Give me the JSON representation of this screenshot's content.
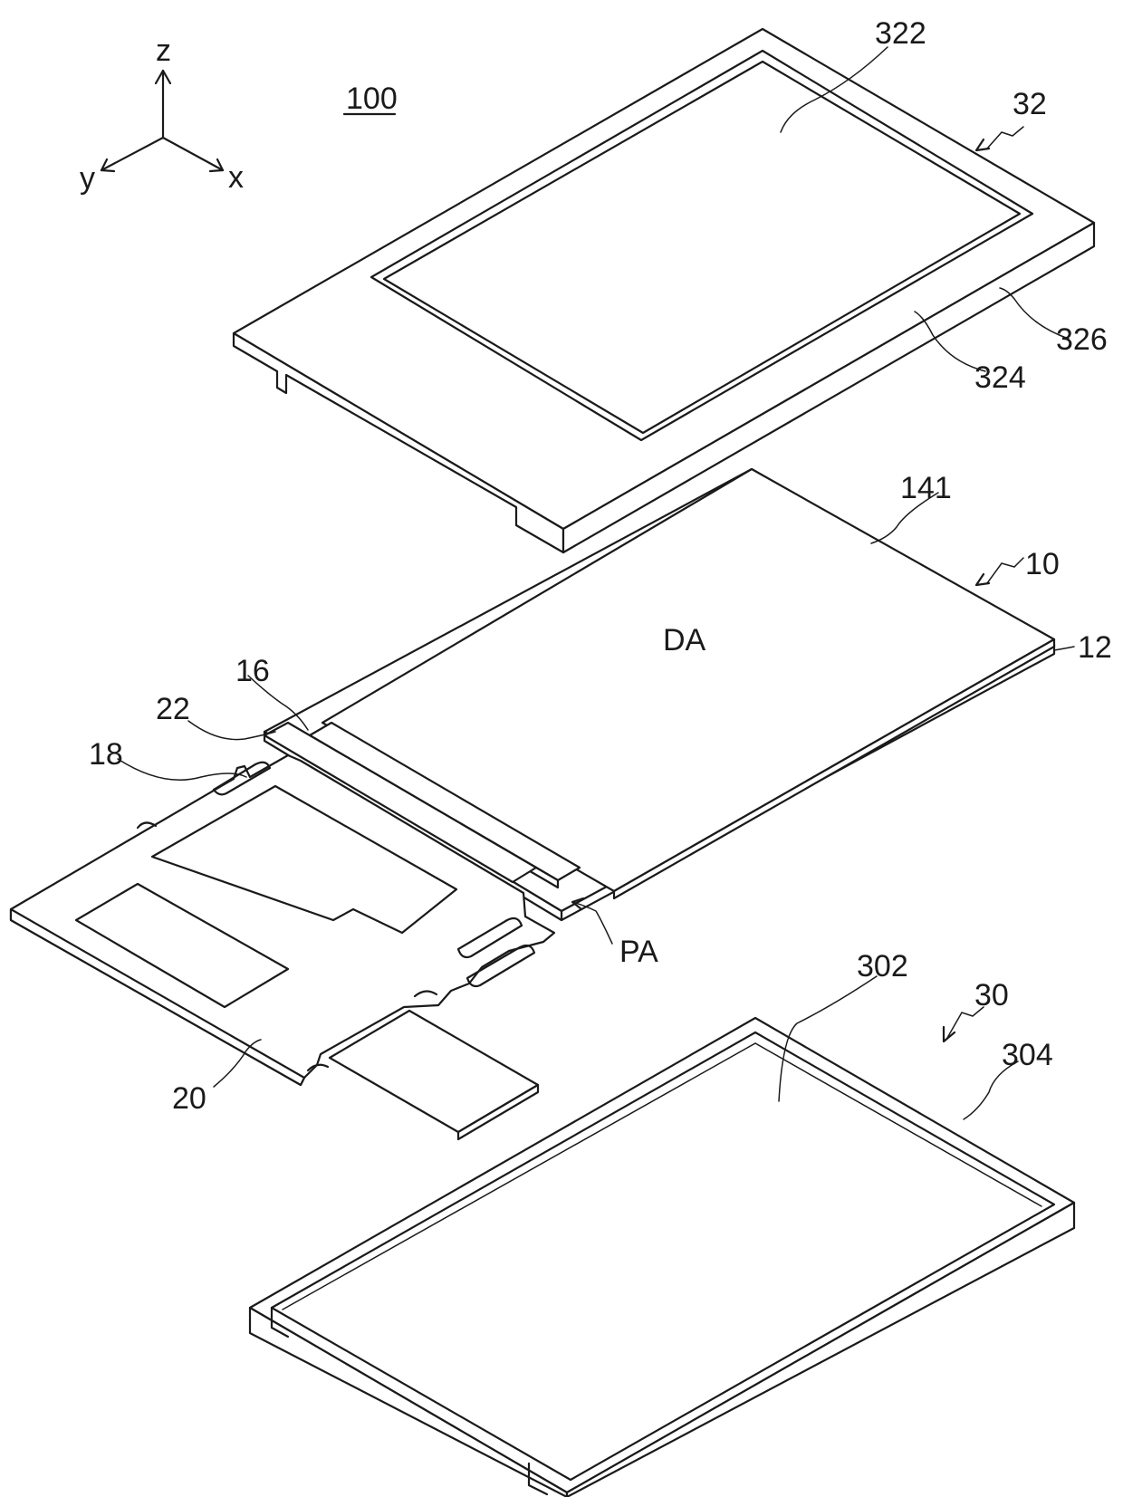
{
  "axes": {
    "z_label": "z",
    "y_label": "y",
    "x_label": "x"
  },
  "labels": {
    "assembly": "100",
    "cover": "32",
    "cover_window": "322",
    "cover_inner_frame": "324",
    "cover_outer_frame": "326",
    "panel": "10",
    "panel_surface": "141",
    "panel_substrate": "12",
    "display_area": "DA",
    "peripheral_area": "PA",
    "driver": "16",
    "flex_connector": "22",
    "flex_board_tab": "18",
    "circuit_board": "20",
    "frame": "30",
    "frame_floor": "302",
    "frame_wall": "304"
  }
}
